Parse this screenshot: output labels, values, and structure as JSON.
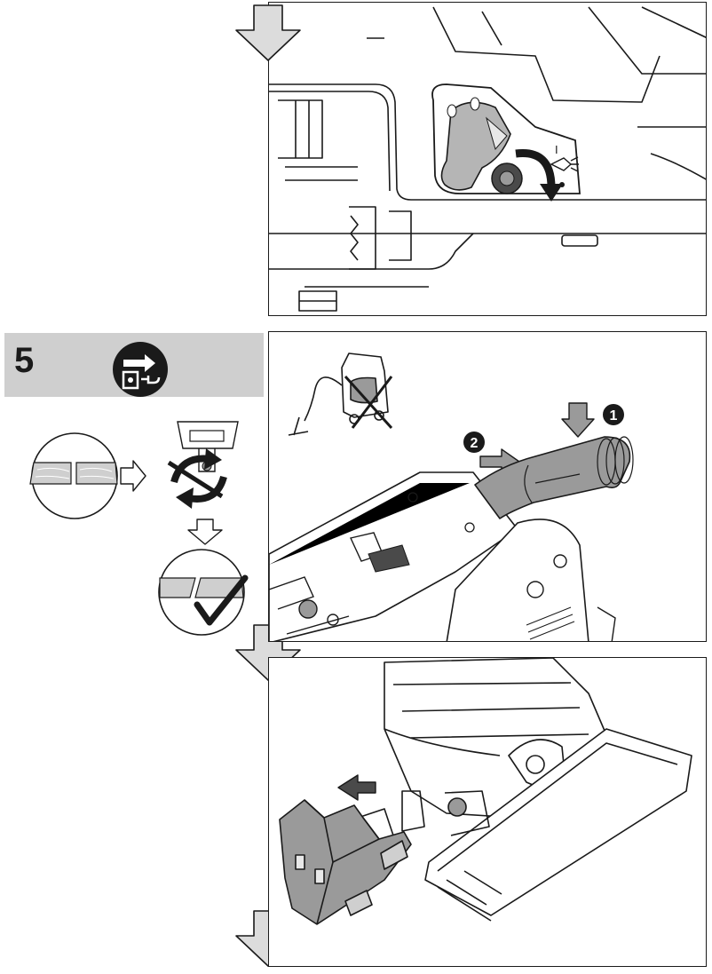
{
  "step": {
    "number": "5",
    "icon": "unplug-power-icon"
  },
  "callouts": {
    "one": "1",
    "two": "2"
  },
  "switch_mark": "I",
  "icons": {
    "flow_arrow": "down-arrow-icon",
    "vacuum": "vacuum-cleaner-icon",
    "check": "checkmark-icon",
    "rotate": "rotate-arrows-icon"
  },
  "colors": {
    "header_band": "#cfcfcf",
    "part_grey": "#9a9a9a",
    "dark_grey": "#4a4a4a",
    "arrow_fill": "#dcdcdc",
    "ink": "#1a1a1a"
  }
}
